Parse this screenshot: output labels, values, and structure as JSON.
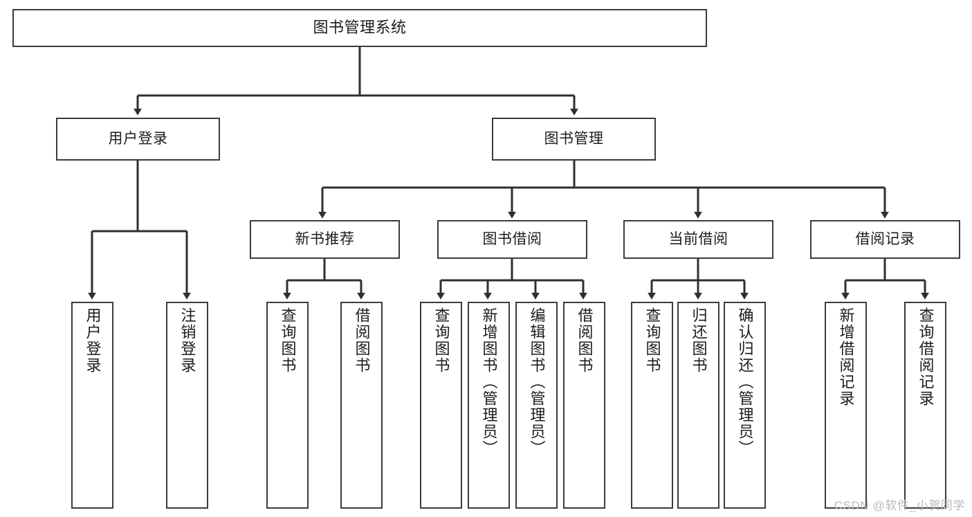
{
  "diagram": {
    "type": "tree-flowchart",
    "title": "图书管理系统",
    "watermark": "CSDN @软件_小贺同学",
    "colors": {
      "box_border": "#3b3b3b",
      "box_fill": "#ffffff",
      "connector": "#2f2f2f",
      "text": "#1c1c1c",
      "watermark": "#b9b9b9",
      "background": "#ffffff"
    },
    "root": {
      "label": "图书管理系统"
    },
    "level2": [
      {
        "label": "用户登录"
      },
      {
        "label": "图书管理"
      }
    ],
    "level3": [
      {
        "label": "新书推荐"
      },
      {
        "label": "图书借阅"
      },
      {
        "label": "当前借阅"
      },
      {
        "label": "借阅记录"
      }
    ],
    "leaves": {
      "user_login": [
        {
          "label": "用户登录"
        },
        {
          "label": "注销登录"
        }
      ],
      "new_book_recommend": [
        {
          "label": "查询图书"
        },
        {
          "label": "借阅图书"
        }
      ],
      "book_borrow": [
        {
          "label": "查询图书"
        },
        {
          "label": "新增图书（管理员）"
        },
        {
          "label": "编辑图书（管理员）"
        },
        {
          "label": "借阅图书"
        }
      ],
      "current_borrow": [
        {
          "label": "查询图书"
        },
        {
          "label": "归还图书"
        },
        {
          "label": "确认归还（管理员）"
        }
      ],
      "borrow_records": [
        {
          "label": "新增借阅记录"
        },
        {
          "label": "查询借阅记录"
        }
      ]
    }
  }
}
